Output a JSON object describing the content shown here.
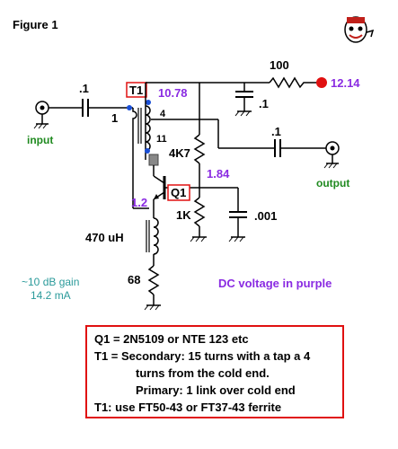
{
  "figure_title": "Figure 1",
  "components": {
    "c_in": ".1",
    "t1_label": "T1",
    "t1_primary_pin": "1",
    "t1_pin4": "4",
    "t1_pin11": "11",
    "r100": "100",
    "c_bypass": ".1",
    "c_out": ".1",
    "r4k7": "4K7",
    "r1k": "1K",
    "c001": ".001",
    "q1_label": "Q1",
    "l470": "470 uH",
    "r68": "68"
  },
  "voltages": {
    "supply": "12.14",
    "collector": "10.78",
    "base": "1.84",
    "emitter": "1.2"
  },
  "ports": {
    "input": "input",
    "output": "output"
  },
  "performance": {
    "gain": "~10 dB gain",
    "current": "14.2 mA"
  },
  "legend_note": "DC voltage in purple",
  "notes": [
    "Q1 = 2N5109 or NTE 123 etc",
    "T1 = Secondary: 15 turns with a tap a 4",
    "turns from the cold end.",
    "Primary: 1 link over cold end",
    "T1: use FT50-43 or FT37-43 ferrite"
  ],
  "colors": {
    "voltage": "#8a2be2",
    "port_label": "#1f8a1f",
    "note_border": "#e01010",
    "supply_dot": "#e01010",
    "gain_text": "#2a9a9a"
  },
  "icons": [
    "mascot-icon",
    "input-connector-icon",
    "output-connector-icon",
    "ground-icon"
  ]
}
